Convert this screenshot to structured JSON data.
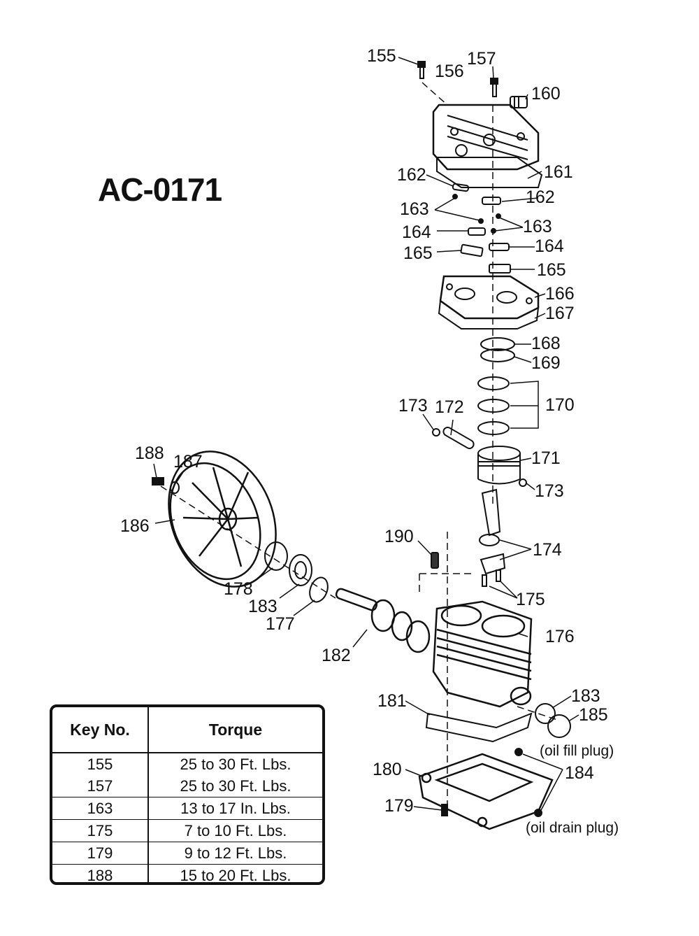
{
  "title": "AC-0171",
  "parts": [
    {
      "label": "155"
    },
    {
      "label": "156"
    },
    {
      "label": "157"
    },
    {
      "label": "160"
    },
    {
      "label": "162"
    },
    {
      "label": "161"
    },
    {
      "label": "163"
    },
    {
      "label": "162"
    },
    {
      "label": "164"
    },
    {
      "label": "163"
    },
    {
      "label": "165"
    },
    {
      "label": "164"
    },
    {
      "label": "165"
    },
    {
      "label": "166"
    },
    {
      "label": "167"
    },
    {
      "label": "168"
    },
    {
      "label": "169"
    },
    {
      "label": "170"
    },
    {
      "label": "173"
    },
    {
      "label": "172"
    },
    {
      "label": "171"
    },
    {
      "label": "173"
    },
    {
      "label": "188"
    },
    {
      "label": "187"
    },
    {
      "label": "186"
    },
    {
      "label": "190"
    },
    {
      "label": "174"
    },
    {
      "label": "178"
    },
    {
      "label": "175"
    },
    {
      "label": "183"
    },
    {
      "label": "177"
    },
    {
      "label": "176"
    },
    {
      "label": "182"
    },
    {
      "label": "181"
    },
    {
      "label": "183"
    },
    {
      "label": "185"
    },
    {
      "label": "(oil fill plug)"
    },
    {
      "label": "180"
    },
    {
      "label": "184"
    },
    {
      "label": "179"
    },
    {
      "label": "(oil drain plug)"
    }
  ],
  "torque_table": {
    "headers": [
      "Key No.",
      "Torque"
    ],
    "rows": [
      [
        "155",
        "25 to 30 Ft. Lbs."
      ],
      [
        "157",
        "25 to 30 Ft. Lbs."
      ],
      [
        "163",
        "13 to 17 In. Lbs."
      ],
      [
        "175",
        "7 to 10 Ft. Lbs."
      ],
      [
        "179",
        "9 to 12 Ft. Lbs."
      ],
      [
        "188",
        "15 to 20 Ft. Lbs."
      ]
    ]
  }
}
